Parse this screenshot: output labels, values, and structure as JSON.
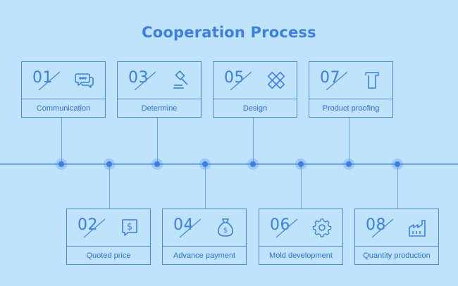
{
  "title": "Cooperation Process",
  "steps": [
    {
      "num": "01",
      "label": "Communication",
      "icon": "chat-bubbles-icon"
    },
    {
      "num": "02",
      "label": "Quoted price",
      "icon": "dollar-sign-icon"
    },
    {
      "num": "03",
      "label": "Determine",
      "icon": "gavel-icon"
    },
    {
      "num": "04",
      "label": "Advance payment",
      "icon": "money-bag-icon"
    },
    {
      "num": "05",
      "label": "Design",
      "icon": "ruler-pencil-icon"
    },
    {
      "num": "06",
      "label": "Mold development",
      "icon": "gear-icon"
    },
    {
      "num": "07",
      "label": "Product proofing",
      "icon": "cup-icon"
    },
    {
      "num": "08",
      "label": "Quantity production",
      "icon": "factory-icon"
    }
  ]
}
